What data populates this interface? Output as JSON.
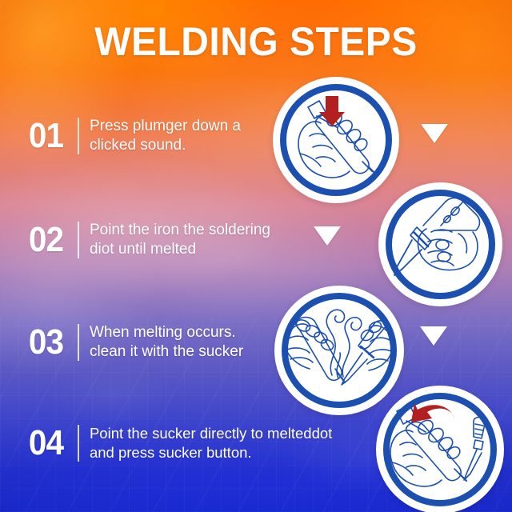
{
  "poster": {
    "title": "WELDING STEPS",
    "background": {
      "gradient_top": "#ff6a00",
      "gradient_mid": "#b07fb6",
      "gradient_bottom": "#1a2bd6",
      "accent_ring": "#1b4fb0",
      "arrow_color": "#ffffff",
      "highlight_arrow_color": "#b32020"
    }
  },
  "steps": [
    {
      "number": "01",
      "text": "Press plumger down a\nclicked sound.",
      "illustration": "hand-pressing-solder-sucker-plunger-icon"
    },
    {
      "number": "02",
      "text": "Point the iron the soldering\ndiot until melted",
      "illustration": "hand-holding-soldering-iron-icon"
    },
    {
      "number": "03",
      "text": "When melting occurs.\nclean it with the sucker",
      "illustration": "two-hands-sucker-and-iron-with-smoke-icon"
    },
    {
      "number": "04",
      "text": "Point the sucker directly to melteddot\nand press sucker button.",
      "illustration": "hand-pressing-sucker-button-icon"
    }
  ],
  "arrows": [
    {
      "name": "flow-arrow-1",
      "direction": "down"
    },
    {
      "name": "flow-arrow-2",
      "direction": "down"
    },
    {
      "name": "flow-arrow-3",
      "direction": "down"
    }
  ]
}
